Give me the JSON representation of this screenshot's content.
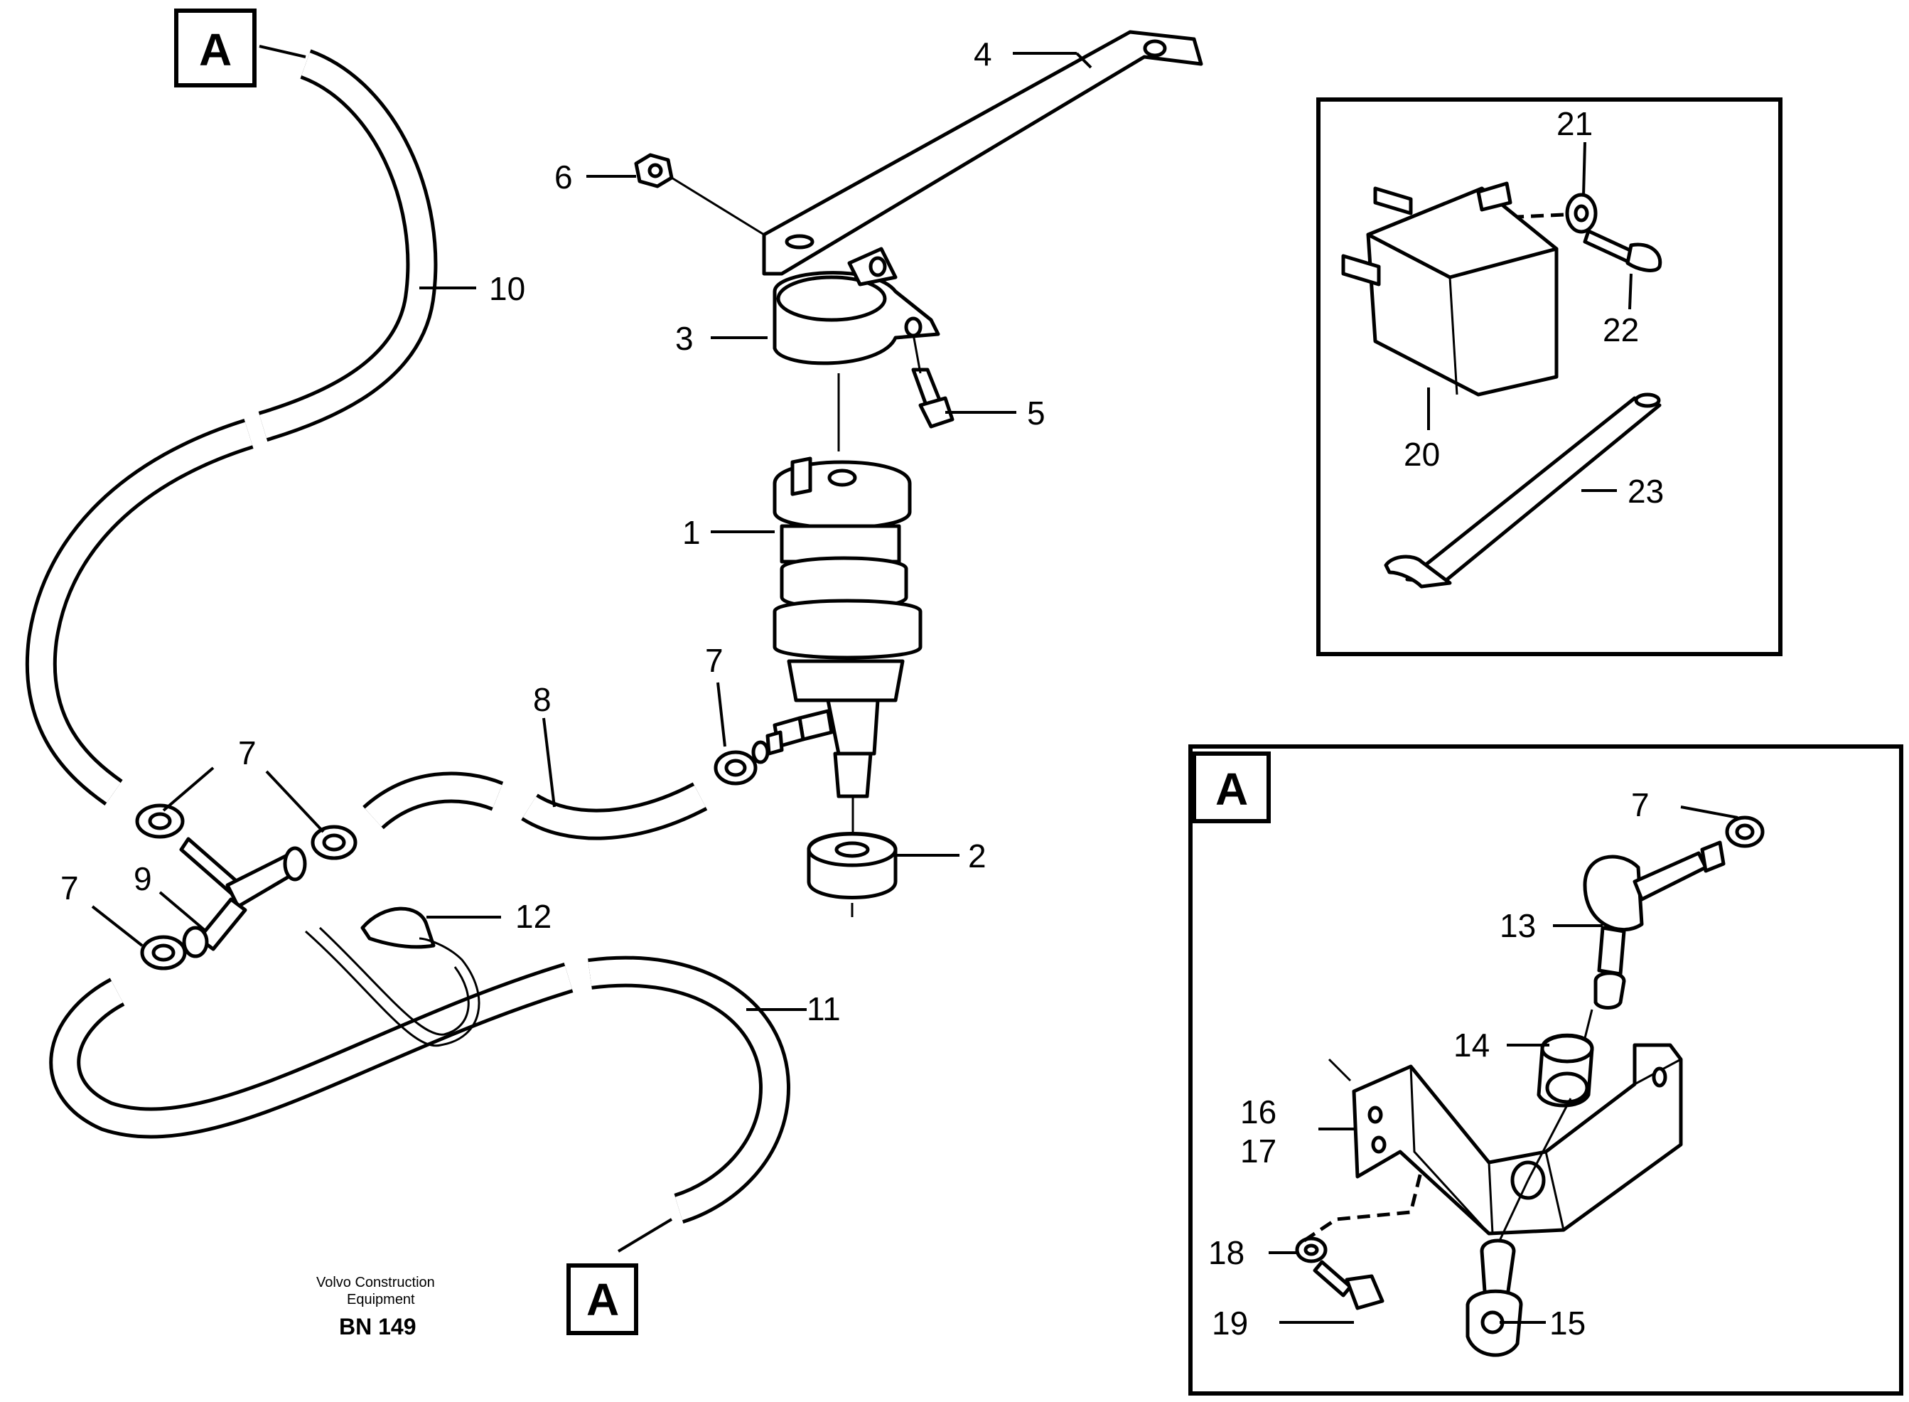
{
  "callouts": {
    "c1": "1",
    "c2": "2",
    "c3": "3",
    "c4": "4",
    "c5": "5",
    "c6": "6",
    "c7": "7",
    "c8": "8",
    "c9": "9",
    "c10": "10",
    "c11": "11",
    "c12": "12",
    "c13": "13",
    "c14": "14",
    "c15": "15",
    "c16": "16",
    "c17": "17",
    "c18": "18",
    "c19": "19",
    "c20": "20",
    "c21": "21",
    "c22": "22",
    "c23": "23"
  },
  "tags": {
    "a": "A"
  },
  "footer": {
    "line1": "Volvo Construction",
    "line2": "Equipment",
    "code": "BN 149"
  }
}
